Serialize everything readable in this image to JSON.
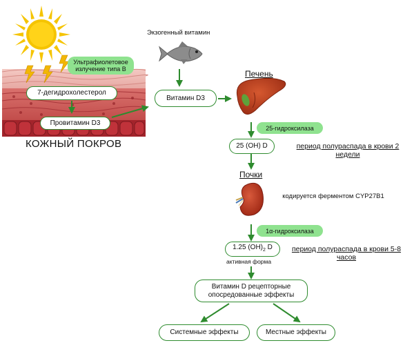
{
  "skin_section": {
    "uv_label": "Ультрафиолетовое излучение типа В",
    "precursor_label": "7-дегидрохолестерол",
    "provitamin_label": "Провитамин D3",
    "skin_title": "КОЖНЫЙ ПОКРОВ"
  },
  "exogenous": {
    "label": "Экзогенный витамин"
  },
  "liver": {
    "title": "Печень"
  },
  "vitamin_d3": {
    "label": "Витамин D3"
  },
  "enzyme_25": {
    "label": "25-гидроксилаза"
  },
  "hydroxy_25": {
    "label": "25 (OH) D",
    "half_life": "период полураспада в крови 2 недели"
  },
  "kidneys": {
    "title": "Почки",
    "encoded_note": "кодируется ферментом CYP27B1"
  },
  "enzyme_1a": {
    "label": "1α-гидроксилаза"
  },
  "active_form": {
    "label_prefix": "1.25 (OH)",
    "label_sub": "2",
    "label_suffix": " D",
    "caption": "активная форма",
    "half_life": "период полураспада в крови 5-8 часов"
  },
  "receptor_effects": {
    "label": "Витамин D рецепторные опосредованные эффекты"
  },
  "systemic_effects": {
    "label": "Системные эффекты"
  },
  "local_effects": {
    "label": "Местные эффекты"
  },
  "colors": {
    "arrow_green": "#2e8b2e",
    "pill_green": "#8fe28f",
    "sun_yellow": "#f5c400",
    "lightning_yellow": "#f2b705",
    "liver_red": "#b3391b",
    "kidney_red": "#b5321e"
  }
}
